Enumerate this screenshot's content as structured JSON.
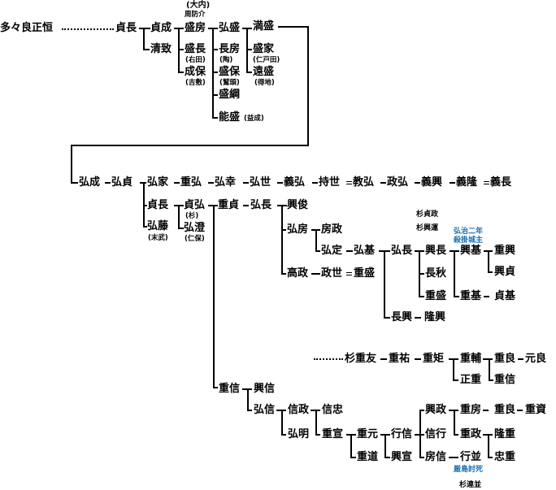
{
  "family_tree": {
    "people": [
      "多々良正恒",
      "貞長",
      "貞成",
      "清致",
      "盛房",
      "盛長",
      "成保",
      "弘盛",
      "長房",
      "盛保",
      "盛綱",
      "能盛",
      "満盛",
      "盛家",
      "遠盛",
      "弘成",
      "弘貞",
      "弘家",
      "重弘",
      "弘幸",
      "弘世",
      "義弘",
      "持世",
      "教弘",
      "政弘",
      "義興",
      "義隆",
      "義長",
      "貞長",
      "弘藤",
      "貞弘",
      "弘澄",
      "重貞",
      "弘長",
      "興俊",
      "弘房",
      "房政",
      "弘定",
      "弘基",
      "高政",
      "政世",
      "重盛",
      "弘長",
      "興長",
      "長秋",
      "重盛",
      "興基",
      "重興",
      "興貞",
      "重基",
      "貞基",
      "長興",
      "隆興",
      "杉重友",
      "重祐",
      "重矩",
      "重輔",
      "重良",
      "元良",
      "正重",
      "重信",
      "重信",
      "興信",
      "弘信",
      "信政",
      "信忠",
      "弘明",
      "重宣",
      "重元",
      "重道",
      "行信",
      "興宣",
      "興政",
      "信行",
      "房信",
      "重房",
      "重良",
      "重資",
      "重政",
      "隆重",
      "行並",
      "忠重"
    ],
    "annotations": [
      "(大内)",
      "周防介",
      "(右田)",
      "(吉敷)",
      "(陶)",
      "(鷲頭)",
      "(益成)",
      "(仁戸田)",
      "(得地)",
      "(杉)",
      "(末武)",
      "(仁保)"
    ],
    "notes": [
      "杉貞政",
      "杉興運",
      "弘治二年",
      "厳島討死",
      "杉連並"
    ],
    "highlighted_notes": [
      "弘治二年",
      "殺掛城主",
      "厳島討死"
    ]
  },
  "colors": {
    "line": "#000000",
    "text": "#000000",
    "highlight": "#1a6fb3"
  }
}
